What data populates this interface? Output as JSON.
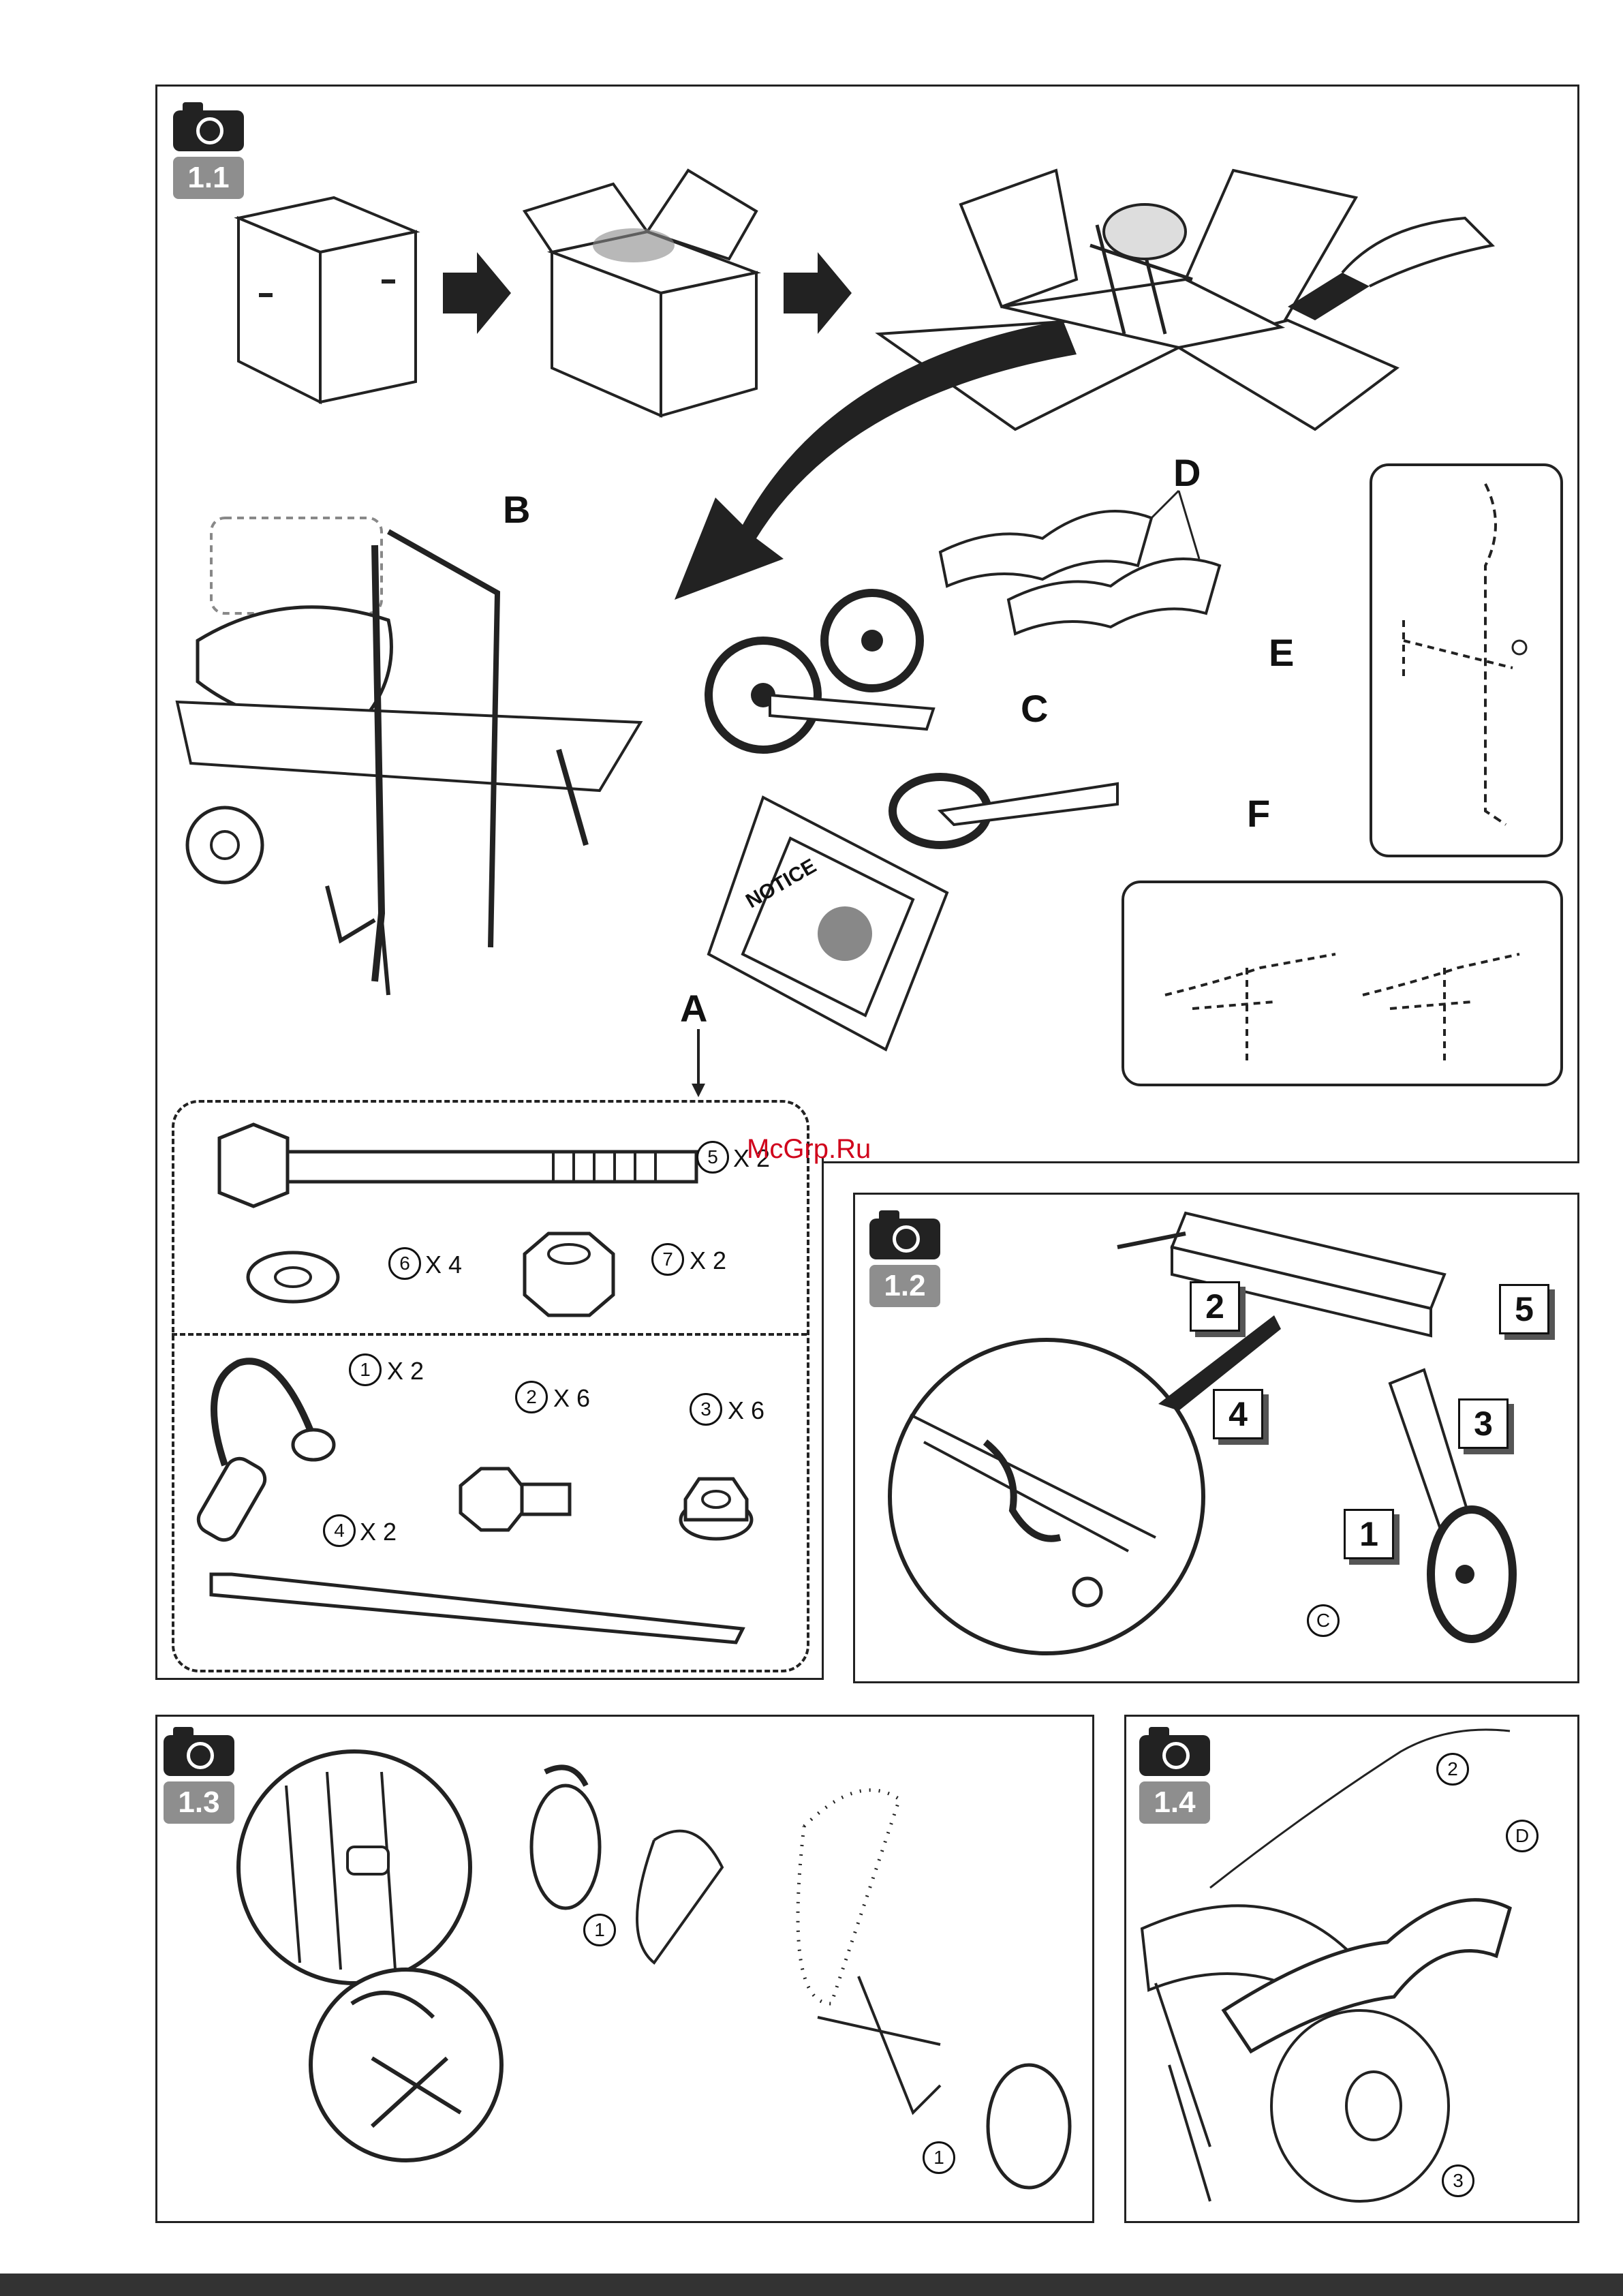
{
  "panels": {
    "p11": {
      "label": "1.1"
    },
    "p12": {
      "label": "1.2"
    },
    "p13": {
      "label": "1.3"
    },
    "p14": {
      "label": "1.4"
    }
  },
  "p11_letters": {
    "a": "A",
    "b": "B",
    "c": "C",
    "d": "D",
    "e": "E",
    "f": "F"
  },
  "p11_notice": "NOTICE",
  "hardware": {
    "bolt": {
      "num": "5",
      "qty": "X 2"
    },
    "washer": {
      "num": "6",
      "qty": "X 4"
    },
    "locknut": {
      "num": "7",
      "qty": "X 2"
    },
    "pin": {
      "num": "1",
      "qty": "X 2"
    },
    "screw": {
      "num": "2",
      "qty": "X 6"
    },
    "flangenut": {
      "num": "3",
      "qty": "X 6"
    },
    "tie": {
      "num": "4",
      "qty": "X 2"
    }
  },
  "p12_steps": [
    "1",
    "2",
    "3",
    "4",
    "5"
  ],
  "p12_wheel": "C",
  "p13_callouts": [
    "1",
    "1"
  ],
  "p14_callouts": {
    "screw": "2",
    "part": "D",
    "nut": "3"
  },
  "watermark": "McGrp.Ru",
  "colors": {
    "ink": "#222222",
    "badge": "#8e8e8e",
    "watermark": "#d0021b"
  }
}
